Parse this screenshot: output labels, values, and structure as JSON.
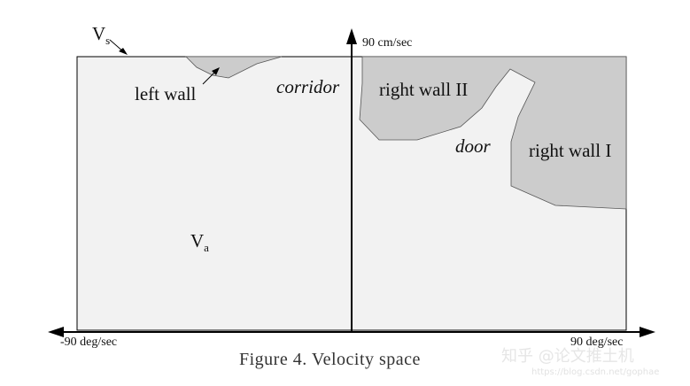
{
  "colors": {
    "background": "#ffffff",
    "space_fill": "#f2f2f2",
    "obstacle_fill": "#cccccc",
    "stroke": "#000000"
  },
  "labels": {
    "vs": "V",
    "vs_sub": "s",
    "va": "V",
    "va_sub": "a",
    "left_wall": "left wall",
    "corridor": "corridor",
    "right_wall_2": "right wall II",
    "door": "door",
    "right_wall_1": "right wall I",
    "y_axis": "90 cm/sec",
    "x_axis_left": "-90 deg/sec",
    "x_axis_right": "90 deg/sec"
  },
  "caption": "Figure 4. Velocity space",
  "watermark": {
    "text": "知乎 @论文推土机",
    "url": "https://blog.csdn.net/gophae"
  }
}
